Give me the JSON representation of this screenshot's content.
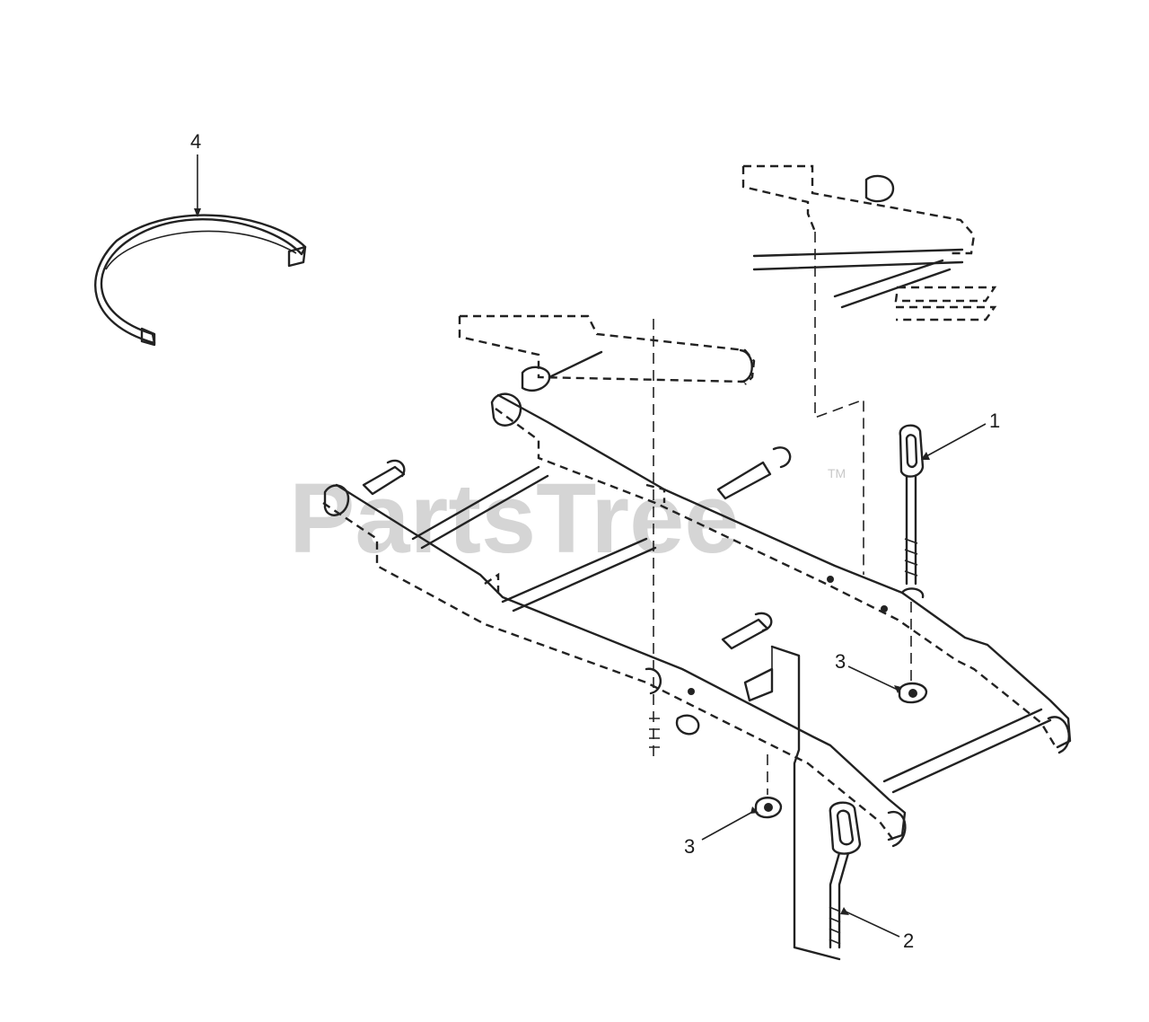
{
  "watermark": {
    "text": "PartsTree",
    "trademark": "TM"
  },
  "callouts": [
    {
      "id": "callout-4",
      "label": "4"
    },
    {
      "id": "callout-1",
      "label": "1"
    },
    {
      "id": "callout-3a",
      "label": "3"
    },
    {
      "id": "callout-3b",
      "label": "3"
    },
    {
      "id": "callout-2",
      "label": "2"
    }
  ],
  "colors": {
    "ink": "#222222",
    "watermark": "#c8c8c8",
    "background": "#ffffff"
  }
}
